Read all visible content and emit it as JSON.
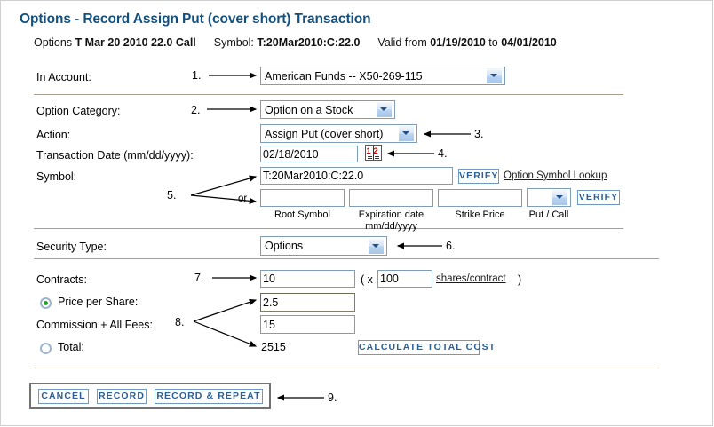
{
  "header": {
    "title": "Options - Record Assign Put (cover short) Transaction",
    "subtitle_prefix": "Options",
    "instrument": "T Mar 20 2010 22.0 Call",
    "symbol_label": "Symbol:",
    "symbol_value": "T:20Mar2010:C:22.0",
    "valid_from_label": "Valid from",
    "valid_from": "01/19/2010",
    "valid_to_label": "to",
    "valid_to": "04/01/2010"
  },
  "form": {
    "in_account_label": "In Account:",
    "in_account_value": "American Funds -- X50-269-115",
    "option_category_label": "Option Category:",
    "option_category_value": "Option on a Stock",
    "action_label": "Action:",
    "action_value": "Assign Put (cover short)",
    "transaction_date_label": "Transaction Date (mm/dd/yyyy):",
    "transaction_date_value": "02/18/2010",
    "datepicker_icon_digits": "12",
    "symbol_label": "Symbol:",
    "symbol_value": "T:20Mar2010:C:22.0",
    "verify_label": "VERIFY",
    "option_symbol_lookup": "Option Symbol Lookup",
    "or_label": "or",
    "root_symbol_value": "",
    "root_symbol_caption": "Root Symbol",
    "expiration_date_value": "",
    "expiration_date_caption": "Expiration date",
    "expiration_date_caption2": "mm/dd/yyyy",
    "strike_price_value": "",
    "strike_price_caption": "Strike Price",
    "put_call_value": "",
    "put_call_caption": "Put / Call",
    "verify2_label": "VERIFY",
    "security_type_label": "Security Type:",
    "security_type_value": "Options",
    "contracts_label": "Contracts:",
    "contracts_value": "10",
    "multiplier_open": "( x",
    "shares_per_contract_value": "100",
    "shares_per_contract_link": "shares/contract",
    "multiplier_close": ")",
    "price_per_share_label": "Price per Share:",
    "price_per_share_value": "2.5",
    "commission_label": "Commission + All Fees:",
    "commission_value": "15",
    "total_label": "Total:",
    "total_value": "2515",
    "calculate_total_cost_label": "CALCULATE TOTAL COST",
    "price_per_share_selected": true,
    "total_selected": false
  },
  "actions": {
    "cancel_label": "CANCEL",
    "record_label": "RECORD",
    "record_repeat_label": "RECORD & REPEAT"
  },
  "callouts": {
    "c1": "1.",
    "c2": "2.",
    "c3": "3.",
    "c4": "4.",
    "c5": "5.",
    "c6": "6.",
    "c7": "7.",
    "c8": "8.",
    "c9": "9."
  },
  "colors": {
    "title": "#14507e",
    "separator": "#a89f90",
    "input_border": "#7f9db9",
    "button_text": "#2c5f96",
    "radio_selected": "#1fa81f",
    "icon_red": "#cc0000"
  }
}
